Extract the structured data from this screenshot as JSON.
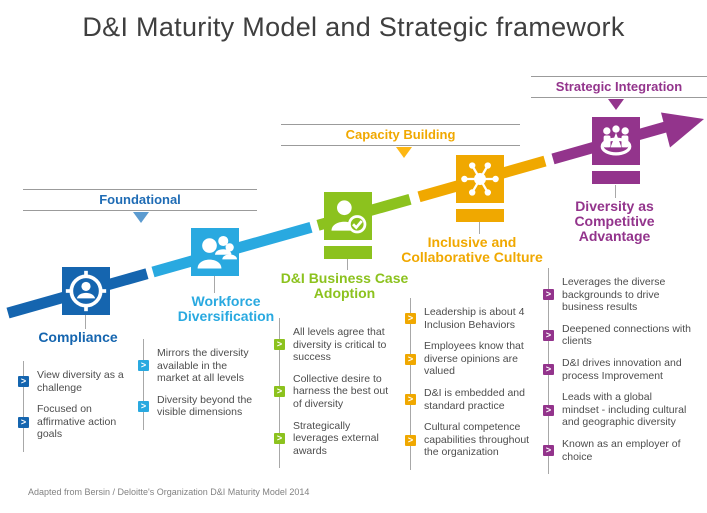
{
  "title": "D&I Maturity Model and Strategic framework",
  "footnote": "Adapted from Bersin / Deloitte's Organization D&I Maturity Model 2014",
  "phases": [
    {
      "label": "Foundational",
      "color": "#1f6cb5",
      "pointer_color": "#5b9bd0",
      "pointer_icon": "down-triangle"
    },
    {
      "label": "Capacity Building",
      "color": "#f0a800",
      "pointer_color": "#fdb714",
      "pointer_icon": "down-triangle"
    },
    {
      "label": "Strategic Integration",
      "color": "#93348c",
      "pointer_color": "#93348c",
      "pointer_icon": "down-triangle"
    }
  ],
  "stages": [
    {
      "name": "Compliance",
      "color": "#1565af",
      "icon": "person-target-icon",
      "bullets": [
        "View diversity as a challenge",
        "Focused on affirmative action goals"
      ]
    },
    {
      "name": "Workforce Diversification",
      "color": "#29a9e0",
      "icon": "people-group-icon",
      "bullets": [
        "Mirrors the diversity available in the market at all levels",
        "Diversity beyond the visible dimensions"
      ]
    },
    {
      "name": "D&I Business Case Adoption",
      "color": "#8cc21e",
      "icon": "person-check-icon",
      "bullets": [
        "All levels agree that diversity is critical to success",
        "Collective desire to harness the best out of diversity",
        "Strategically leverages external awards"
      ]
    },
    {
      "name": "Inclusive and Collaborative Culture",
      "color": "#f0a800",
      "icon": "network-hub-icon",
      "bullets": [
        "Leadership is about 4 Inclusion Behaviors",
        "Employees know that diverse opinions are valued",
        "D&I is embedded and standard practice",
        "Cultural competence capabilities throughout the organization"
      ]
    },
    {
      "name": "Diversity as Competitive Advantage",
      "color": "#93348c",
      "icon": "team-cycle-icon",
      "bullets": [
        "Leverages the diverse backgrounds to drive business results",
        "Deepened connections with clients",
        "D&I drives innovation and process Improvement",
        "Leads with a global mindset - including cultural and geographic diversity",
        "Known as an employer of choice"
      ]
    }
  ]
}
